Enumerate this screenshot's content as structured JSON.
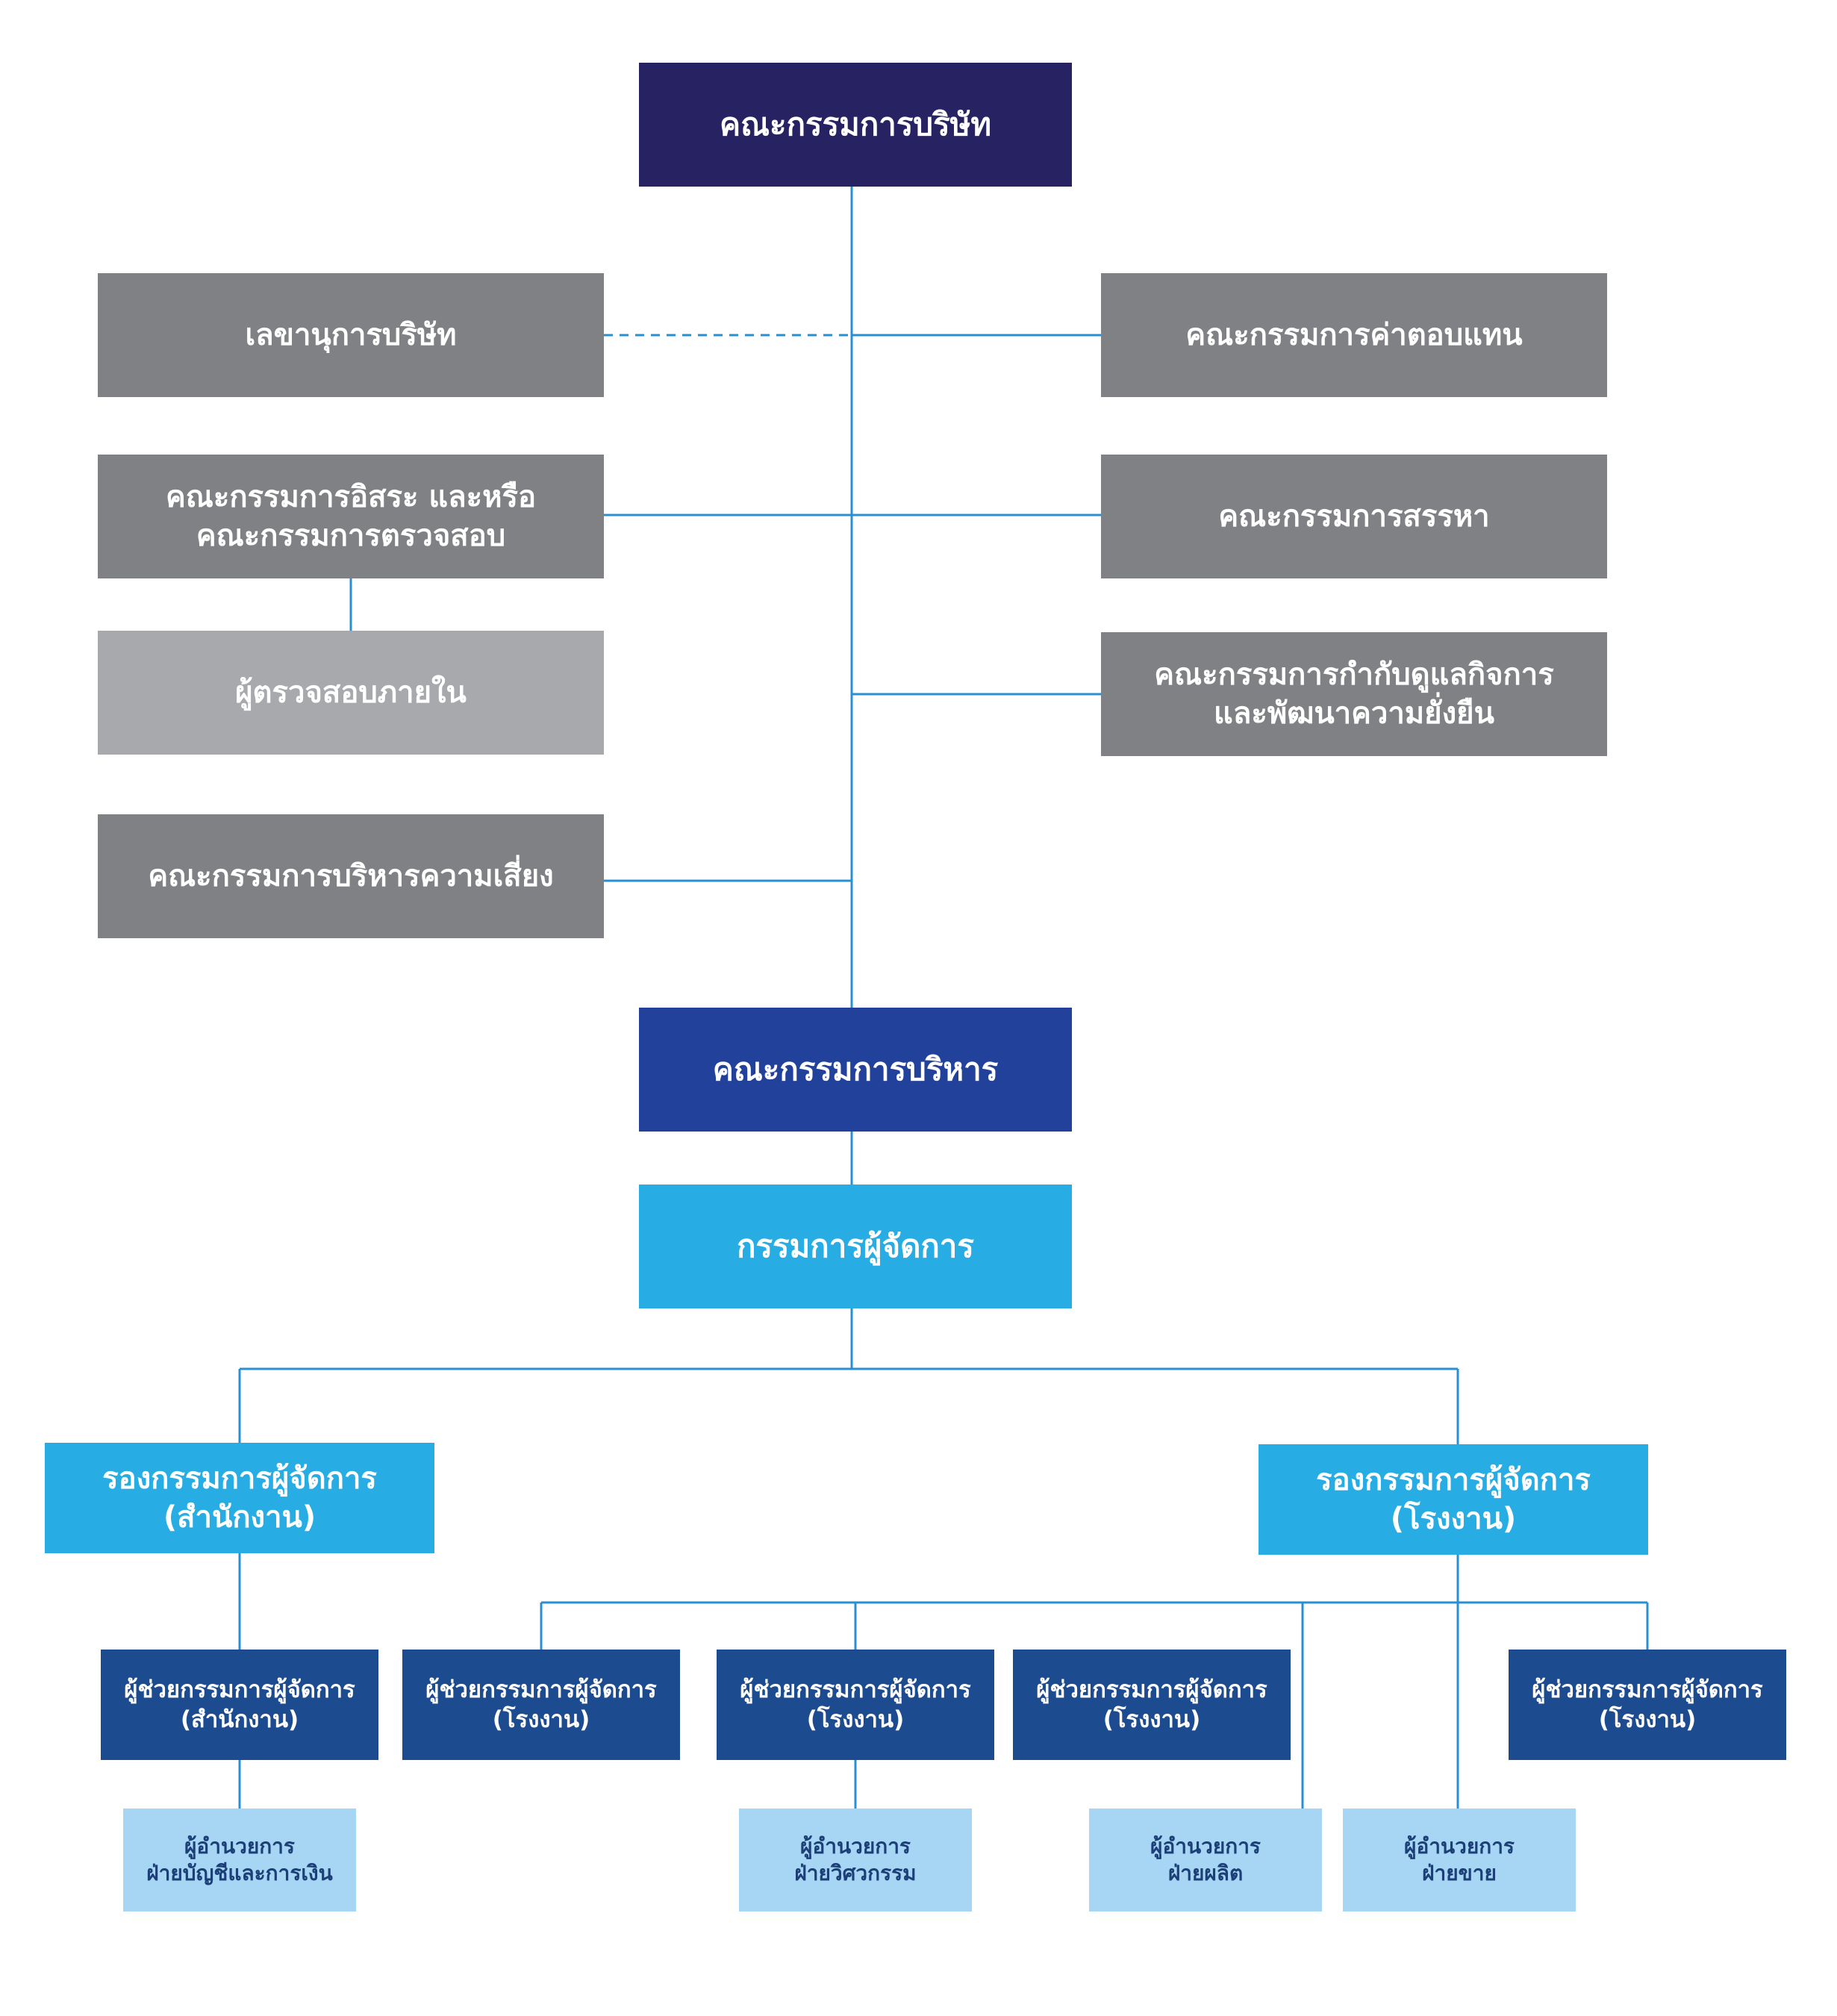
{
  "chart": {
    "board": "คณะกรรมการบริษัท",
    "secretary": "เลขานุการบริษัท",
    "remuneration": "คณะกรรมการค่าตอบแทน",
    "independent_audit": "คณะกรรมการอิสระ และหรือ\nคณะกรรมการตรวจสอบ",
    "nomination": "คณะกรรมการสรรหา",
    "internal_auditor": "ผู้ตรวจสอบภายใน",
    "governance": "คณะกรรมการกำกับดูแลกิจการ\nและพัฒนาความยั่งยืน",
    "risk": "คณะกรรมการบริหารความเสี่ยง",
    "executive": "คณะกรรมการบริหาร",
    "managing_director": "กรรมการผู้จัดการ",
    "deputy_office": "รองกรรมการผู้จัดการ\n(สำนักงาน)",
    "deputy_plant": "รองกรรมการผู้จัดการ\n(โรงงาน)",
    "assistants": [
      "ผู้ช่วยกรรมการผู้จัดการ\n(สำนักงาน)",
      "ผู้ช่วยกรรมการผู้จัดการ\n(โรงงาน)",
      "ผู้ช่วยกรรมการผู้จัดการ\n(โรงงาน)",
      "ผู้ช่วยกรรมการผู้จัดการ\n(โรงงาน)",
      "ผู้ช่วยกรรมการผู้จัดการ\n(โรงงาน)"
    ],
    "directors": [
      "ผู้อำนวยการ\nฝ่ายบัญชีและการเงิน",
      "ผู้อำนวยการ\nฝ่ายวิศวกรรม",
      "ผู้อำนวยการ\nฝ่ายผลิต",
      "ผู้อำนวยการ\nฝ่ายขาย"
    ]
  },
  "colors": {
    "board": "#272262",
    "committee": "#808184",
    "internal_auditor": "#a7a9ac",
    "executive": "#22419a",
    "managing_director": "#27ace3",
    "assistant": "#1c4b8f",
    "director": "#a7d6f4",
    "connector": "#2a8fd0"
  }
}
